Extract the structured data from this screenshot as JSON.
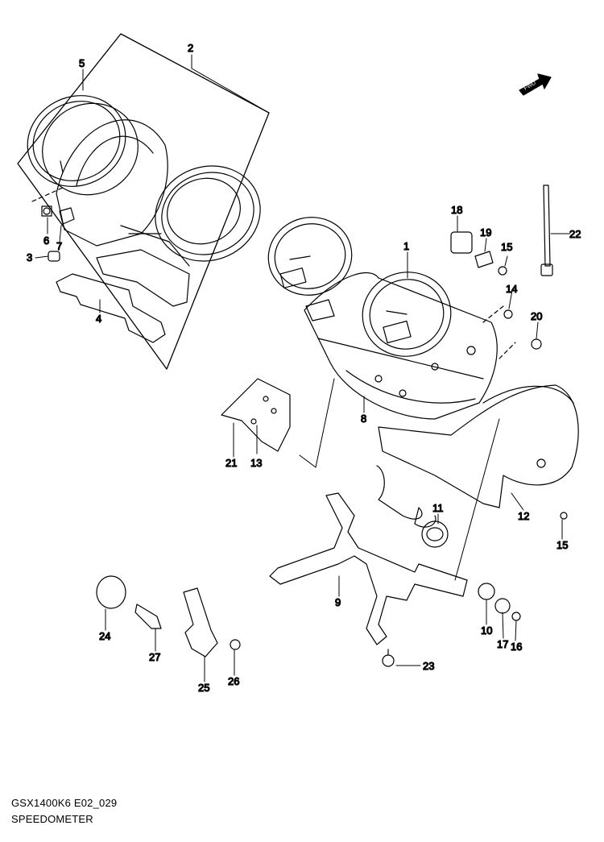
{
  "diagram": {
    "model_code": "GSX1400K6 E02_029",
    "title": "SPEEDOMETER",
    "fwd_label": "FWD",
    "callouts": {
      "p1": "1",
      "p2": "2",
      "p3": "3",
      "p4": "4",
      "p5": "5",
      "p6": "6",
      "p7": "7",
      "p8": "8",
      "p9": "9",
      "p10": "10",
      "p11": "11",
      "p12": "12",
      "p13": "13",
      "p14": "14",
      "p15a": "15",
      "p15b": "15",
      "p16": "16",
      "p17": "17",
      "p18": "18",
      "p19": "19",
      "p20": "20",
      "p21": "21",
      "p22": "22",
      "p23": "23",
      "p24": "24",
      "p25": "25",
      "p26": "26",
      "p27": "27"
    }
  }
}
